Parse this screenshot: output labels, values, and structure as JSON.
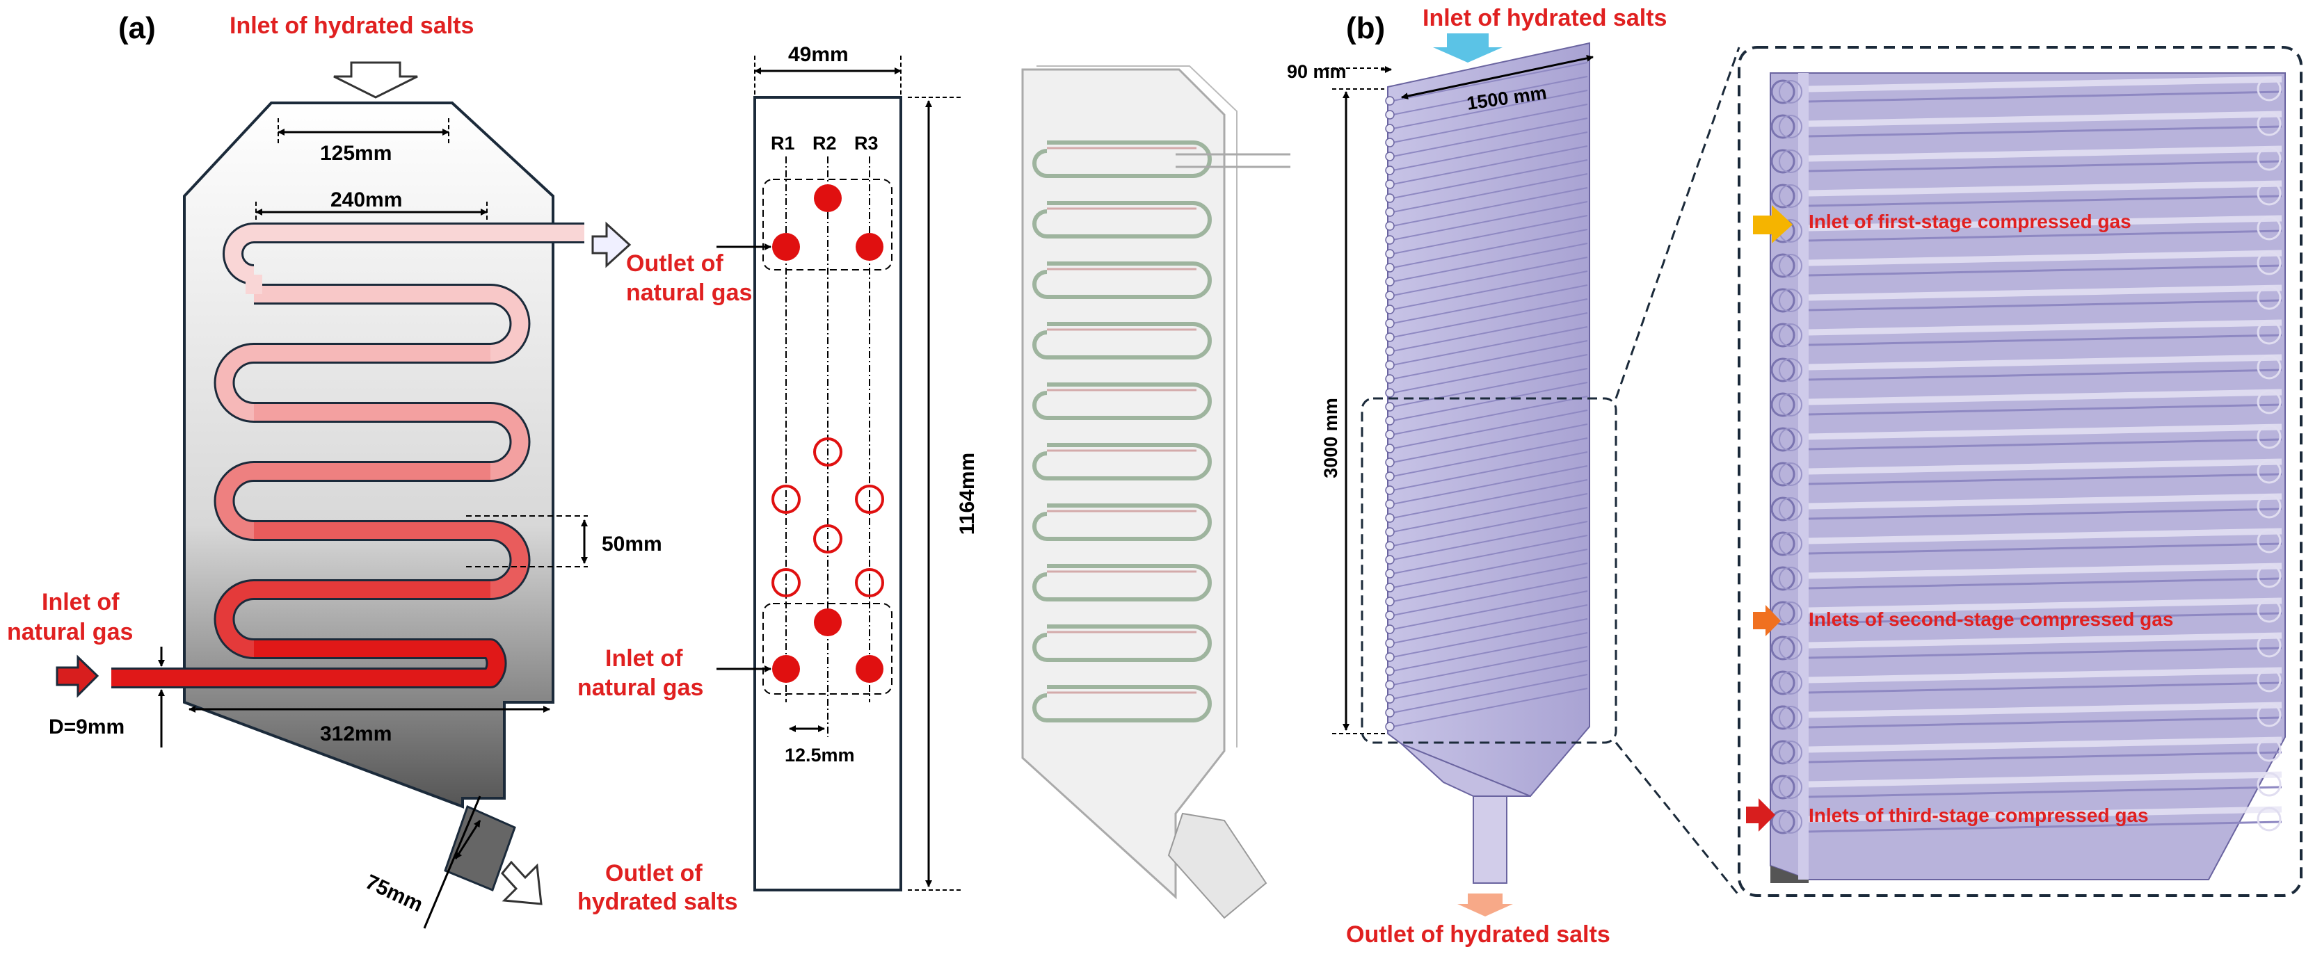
{
  "panel_a": {
    "label": "(a)",
    "inlet_top": "Inlet of hydrated salts",
    "dim_125": "125mm",
    "dim_240": "240mm",
    "outlet_ng_1": "Outlet of",
    "outlet_ng_2": "natural gas",
    "dim_50": "50mm",
    "inlet_ng_left_1": "Inlet of",
    "inlet_ng_left_2": "natural gas",
    "dim_d": "D=9mm",
    "dim_312": "312mm",
    "dim_75": "75mm",
    "outlet_hs_1": "Outlet of",
    "outlet_hs_2": "hydrated salts",
    "dim_49": "49mm",
    "row_r1": "R1",
    "row_r2": "R2",
    "row_r3": "R3",
    "dim_1164": "1164mm",
    "inlet_ng_mid_1": "Inlet of",
    "inlet_ng_mid_2": "natural gas",
    "dim_125b": "12.5mm"
  },
  "panel_b": {
    "label": "(b)",
    "inlet_top": "Inlet of hydrated salts",
    "dim_90": "90 mm",
    "dim_1500": "1500 mm",
    "dim_3000": "3000 mm",
    "outlet_bottom": "Outlet of hydrated salts",
    "first_stage": "Inlet of first-stage compressed gas",
    "second_stage": "Inlets of second-stage compressed gas",
    "third_stage": "Inlets of third-stage compressed gas"
  },
  "colors": {
    "tube_light": "#f8c8c8",
    "tube_dark": "#e01818",
    "arrow_red": "#d81e1e",
    "arrow_blue": "#5bc3e6",
    "arrow_orange_light": "#f7a988",
    "arrow_yellow": "#f5b400",
    "arrow_orange": "#f07020",
    "purple_body": "#b9b4dc",
    "text_red": "#e02020"
  }
}
